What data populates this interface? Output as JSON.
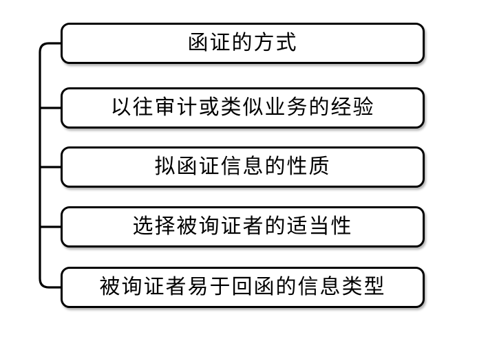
{
  "diagram": {
    "title": "",
    "type": "bracket-list",
    "boxes": [
      {
        "label": "函证的方式"
      },
      {
        "label": "以往审计或类似业务的经验"
      },
      {
        "label": "拟函证信息的性质"
      },
      {
        "label": "选择被询证者的适当性"
      },
      {
        "label": "被询证者易于回函的信息类型"
      }
    ],
    "colors": {
      "background": "#ffffff",
      "box_fill": "#ffffff",
      "box_border": "#000000",
      "connector": "#000000",
      "shadow": "rgba(0,0,0,0.30)"
    }
  }
}
